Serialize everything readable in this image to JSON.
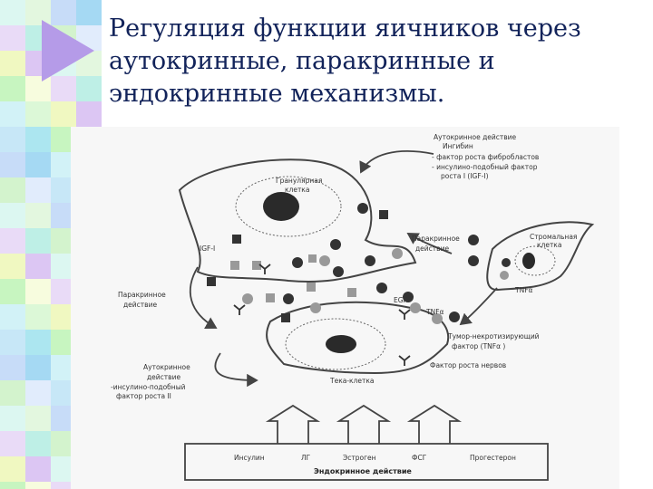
{
  "slide": {
    "title_line1": "Регуляция функции яичников через",
    "title_line2": "аутокринные, паракринные и",
    "title_line3": "эндокринные механизмы."
  },
  "figure": {
    "autocrine_top_title1": "Аутокринное действие",
    "autocrine_top_title2": "Ингибин",
    "autocrine_top_item1": "- фактор роста фибробластов",
    "autocrine_top_item2": "- инсулино-подобный фактор",
    "autocrine_top_item3": "роста I (IGF-I)",
    "granulosa_label1": "Гранулярная",
    "granulosa_label2": "клетка",
    "stromal_label1": "Стромальная",
    "stromal_label2": "клетка",
    "paracrine_right1": "Паракринное",
    "paracrine_right2": "действие",
    "igf1_label": "IGF-I",
    "paracrine_left1": "Паракринное",
    "paracrine_left2": "действие",
    "egf_label": "EGF",
    "tnf_mid_label": "TNFα",
    "tnf_stromal_label": "TNFα",
    "tnf_right1": "Тумор-некротизирующий",
    "tnf_right2": "фактор  (TNFα )",
    "nerve_growth": "Фактор роста нервов",
    "autocrine_left1": "Аутокринное",
    "autocrine_left2": "действие",
    "autocrine_left3": "-инсулино-подобный",
    "autocrine_left4": "фактор роста II",
    "theca_label": "Тека-клетка",
    "endocrine_items": [
      "Инсулин",
      "ЛГ",
      "Эстроген",
      "ФСГ",
      "Прогестерон"
    ],
    "endocrine_title": "Эндокринное действие"
  },
  "colors": {
    "title": "#12235a",
    "line": "#444444",
    "deco": [
      "#9be7d8",
      "#b9f2b0",
      "#a9c9f5",
      "#d3b8f0",
      "#7fd9e8",
      "#c8f0c0",
      "#e8f5a0",
      "#8fd0f0"
    ]
  }
}
